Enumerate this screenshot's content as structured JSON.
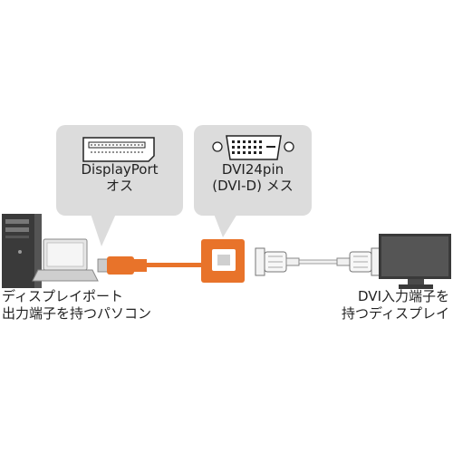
{
  "left_bubble": {
    "line1": "DisplayPort",
    "line2": "オス"
  },
  "right_bubble": {
    "line1": "DVI24pin",
    "line2": "(DVI-D) メス"
  },
  "left_caption": {
    "line1": "ディスプレイポート",
    "line2": "出力端子を持つパソコン"
  },
  "right_caption": {
    "line1": "DVI入力端子を",
    "line2": "持つディスプレイ"
  },
  "colors": {
    "cable_orange": "#e8732a",
    "bubble_gray": "#dcdcdc",
    "device_dark": "#3a3a3a"
  }
}
